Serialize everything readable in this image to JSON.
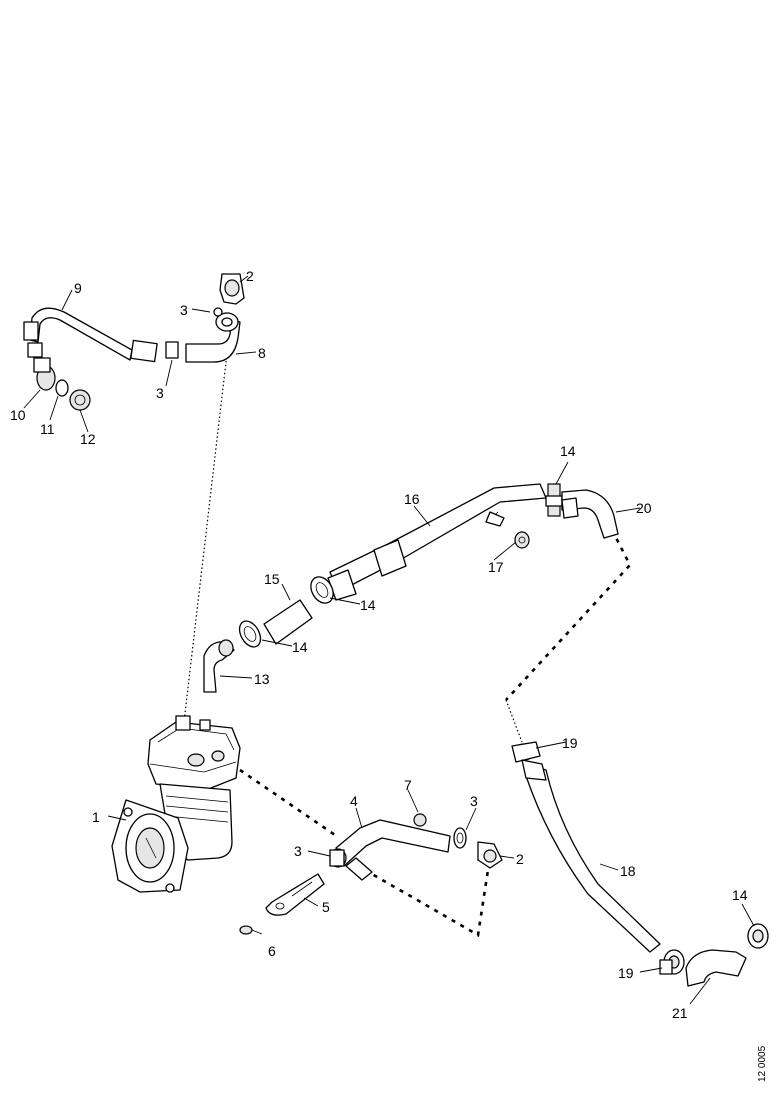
{
  "labels": [
    "1",
    "2",
    "3",
    "4",
    "5",
    "6",
    "7",
    "8",
    "9",
    "10",
    "11",
    "12",
    "13",
    "14",
    "15",
    "16",
    "17",
    "18",
    "19",
    "20",
    "21"
  ],
  "drawing_code": "12 0005"
}
